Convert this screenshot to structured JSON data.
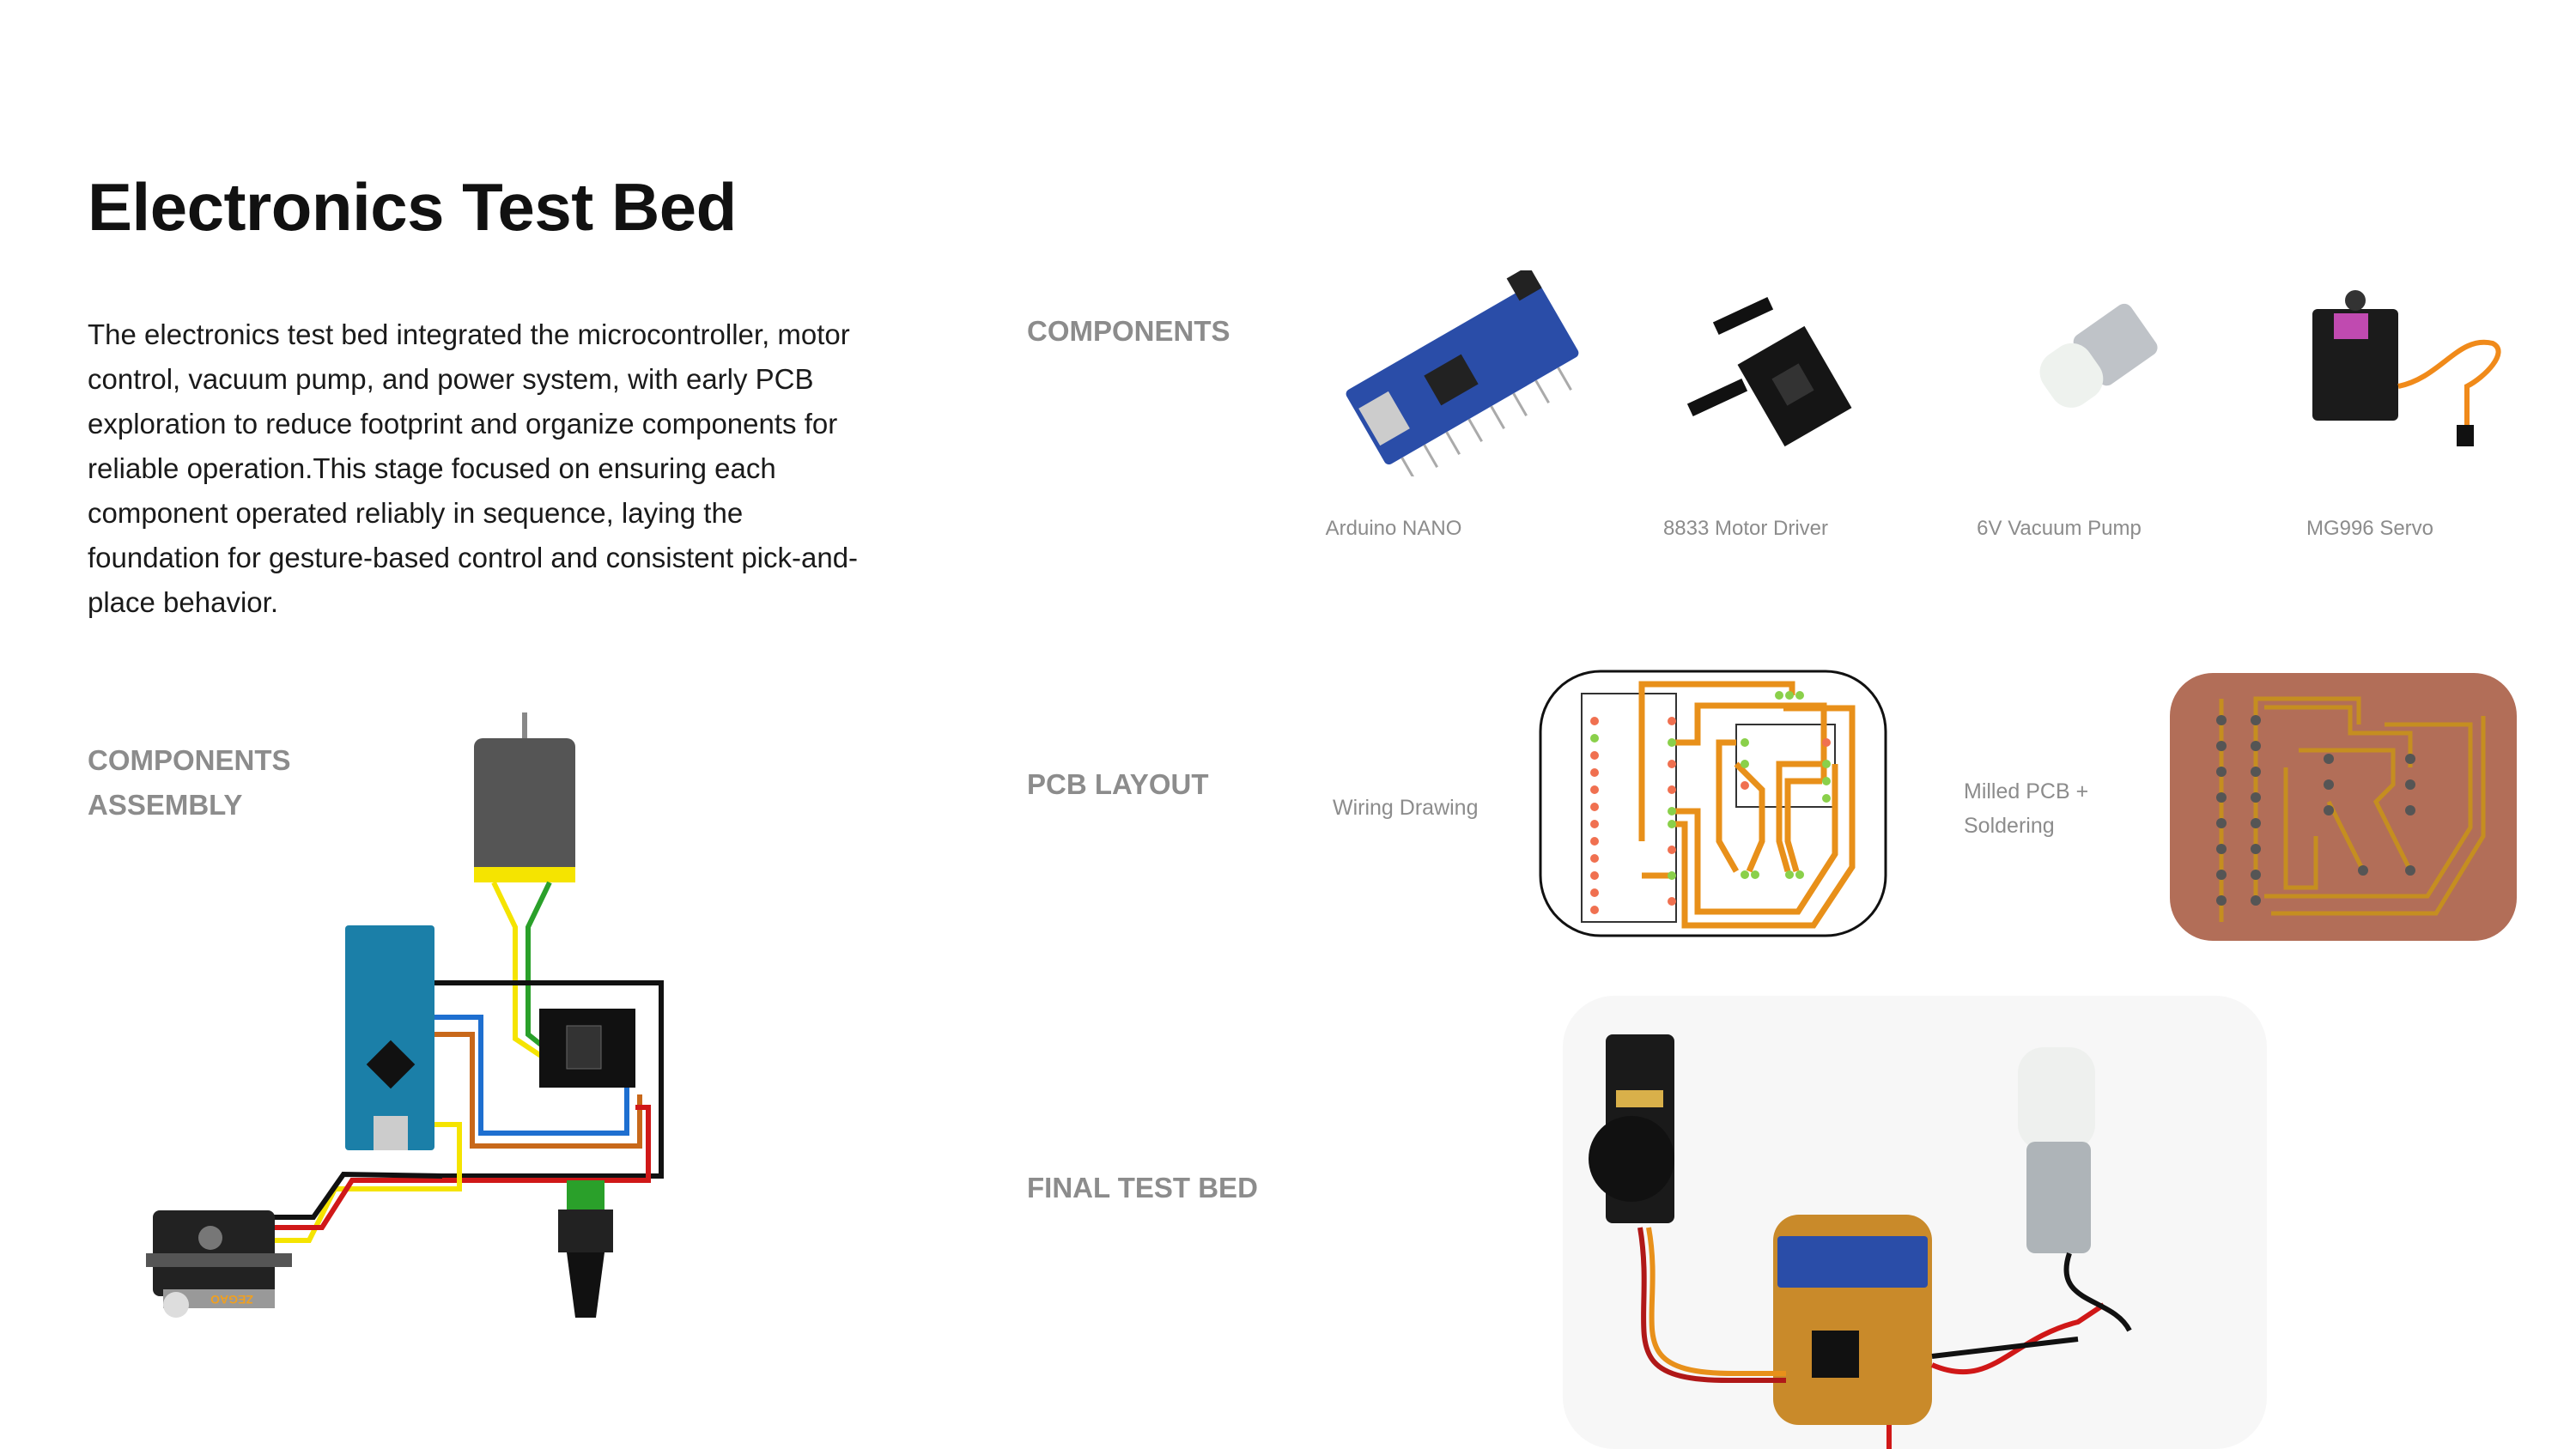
{
  "title": "Electronics Test Bed",
  "description": "The electronics test bed integrated the microcontroller, motor control, vacuum pump, and power system, with early PCB exploration to reduce footprint and organize components for reliable operation.This stage focused on ensuring each component operated reliably in sequence, laying the foundation for gesture-based control and consistent pick-and-place behavior.",
  "assembly": {
    "label_line1": "COMPONENTS",
    "label_line2": "ASSEMBLY",
    "servo_brand": "ZEGAO"
  },
  "components": {
    "label": "COMPONENTS",
    "items": [
      {
        "caption": "Arduino NANO"
      },
      {
        "caption": "8833 Motor Driver"
      },
      {
        "caption": "6V Vacuum Pump"
      },
      {
        "caption": "MG996 Servo"
      }
    ]
  },
  "pcb": {
    "label": "PCB LAYOUT",
    "wiring_caption": "Wiring Drawing",
    "milled_caption_line1": "Milled PCB +",
    "milled_caption_line2": "Soldering"
  },
  "final": {
    "label": "FINAL TEST BED"
  },
  "colors": {
    "trace": "#e8901a",
    "pcb_copper": "#b26e58",
    "nano_blue": "#2a4da8",
    "label_gray": "#8c8c8c"
  }
}
